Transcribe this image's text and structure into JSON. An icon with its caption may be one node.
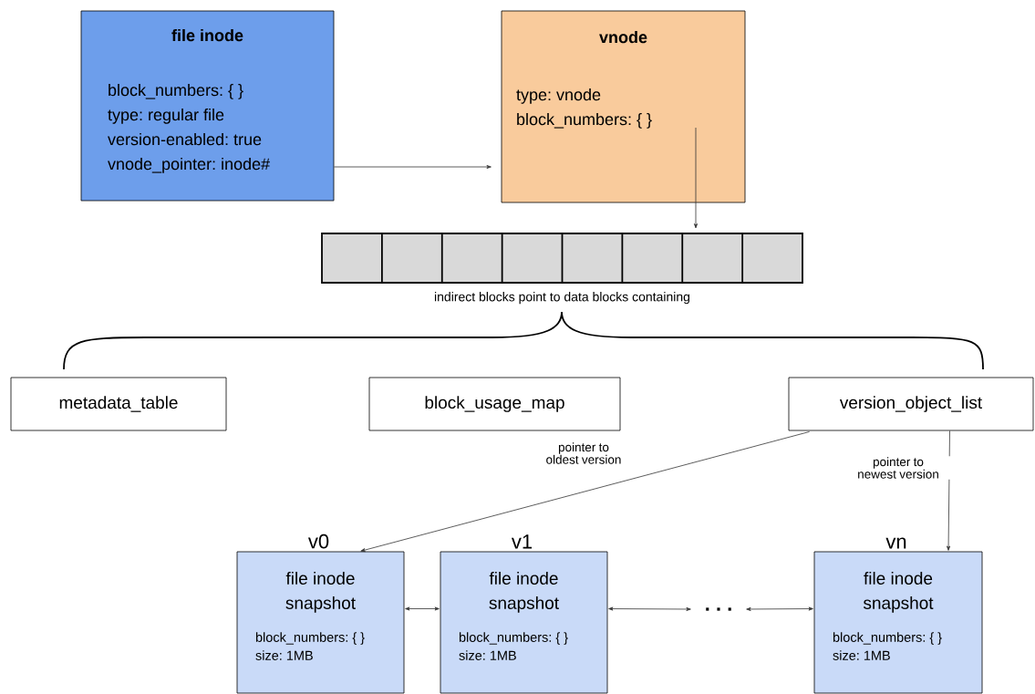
{
  "diagram": {
    "nodes": [
      {
        "text": [
          "file inode",
          "block_numbers: { }",
          "type: regular file",
          "version-enabled: true",
          "vnode_pointer: inode#"
        ]
      },
      {
        "text": [
          "vnode",
          "type: vnode",
          "block_numbers: { }"
        ]
      },
      {
        "text": [],
        "shape": "box",
        "beside": [
          "indirect blocks point to data blocks containing"
        ]
      },
      {
        "text": [
          "metadata_table"
        ]
      },
      {
        "text": [
          "block_usage_map"
        ]
      },
      {
        "text": [
          "version_object_list"
        ]
      },
      {
        "text": [
          "file inode snapshot",
          "block_numbers: { }",
          "size: 1MB"
        ],
        "beside": [
          "v0"
        ]
      },
      {
        "text": [
          "file inode snapshot",
          "block_numbers: { }",
          "size: 1MB"
        ],
        "beside": [
          "v1"
        ]
      },
      {
        "text": [
          ". . ."
        ]
      },
      {
        "text": [
          "file inode snapshot",
          "block_numbers: { }",
          "size: 1MB"
        ],
        "beside": [
          "vn"
        ]
      }
    ],
    "edges": [
      {
        "from": 0,
        "to": 1,
        "arrow": "to"
      },
      {
        "from": 1,
        "to": 2,
        "arrow": "to"
      },
      {
        "from": 5,
        "to": 6,
        "arrow": "to",
        "label": "pointer to oldest version"
      },
      {
        "from": 5,
        "to": 9,
        "arrow": "to",
        "label": "pointer to newest version"
      },
      {
        "from": 6,
        "to": 7,
        "arrow": "both"
      },
      {
        "from": 7,
        "to": 8,
        "arrow": "both"
      },
      {
        "from": 8,
        "to": 9,
        "arrow": "both"
      }
    ]
  }
}
